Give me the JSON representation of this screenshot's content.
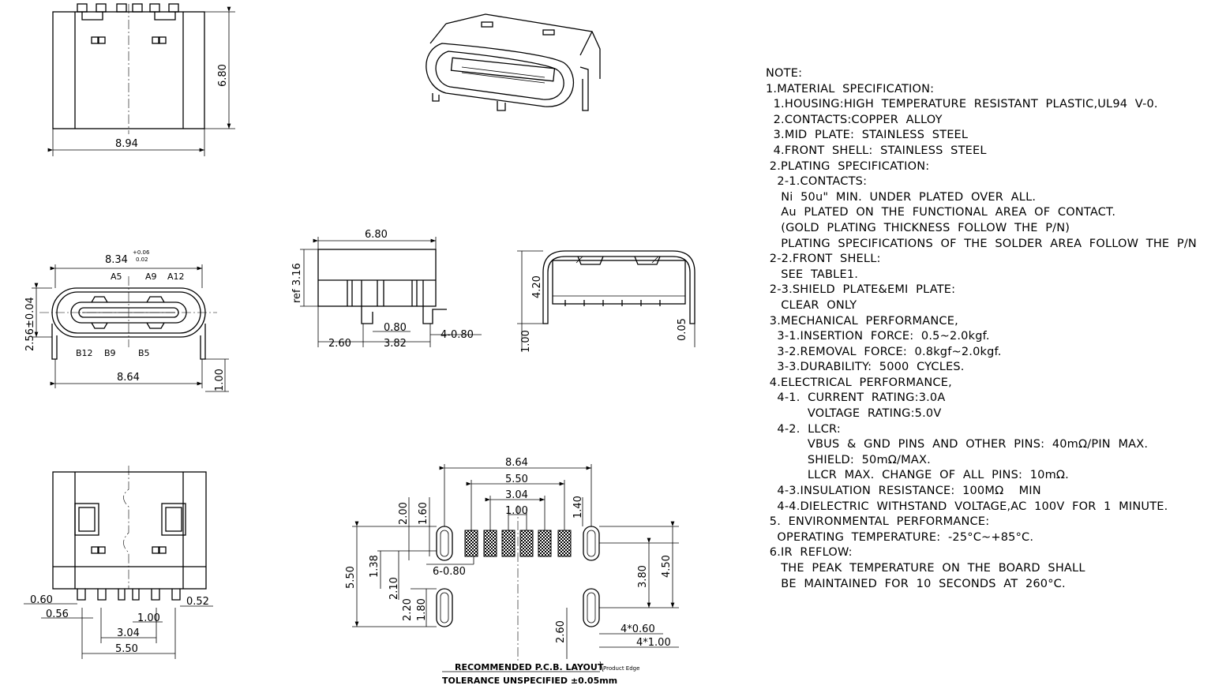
{
  "dimensions": {
    "top_width": "8.94",
    "top_height": "6.80",
    "front_width_upper": "8.34",
    "front_tol_plus": "+0.06",
    "front_tol_minus": "0.02",
    "front_height": "2.56±0.04",
    "front_width_lower": "8.64",
    "front_leg": "1.00",
    "pin_a5": "A5",
    "pin_a9": "A9",
    "pin_a12": "A12",
    "pin_b12": "B12",
    "pin_b9": "B9",
    "pin_b5": "B5",
    "side_width": "6.80",
    "side_ref": "ref 3.16",
    "side_080": "0.80",
    "side_260": "2.60",
    "side_382": "3.82",
    "side_4x080": "4-0.80",
    "end_420": "4.20",
    "end_100": "1.00",
    "end_005": "0.05",
    "bottom_060": "0.60",
    "bottom_056": "0.56",
    "bottom_052": "0.52",
    "bottom_100": "1.00",
    "bottom_304": "3.04",
    "bottom_550": "5.50",
    "pcb_864": "8.64",
    "pcb_550": "5.50",
    "pcb_304": "3.04",
    "pcb_100": "1.00",
    "pcb_200": "2.00",
    "pcb_160": "1.60",
    "pcb_140": "1.40",
    "pcb_550_v": "5.50",
    "pcb_138": "1.38",
    "pcb_210": "2.10",
    "pcb_6x080": "6-0.80",
    "pcb_380": "3.80",
    "pcb_450": "4.50",
    "pcb_220": "2.20",
    "pcb_180": "1.80",
    "pcb_260": "2.60",
    "pcb_4x060": "4*0.60",
    "pcb_4x100": "4*1.00",
    "product_edge": "Product Edge"
  },
  "captions": {
    "pcb_title": "RECOMMENDED   P.C.B. LAYOUT",
    "tolerance": "TOLERANCE  UNSPECIFIED  ±0.05mm"
  },
  "notes": [
    "NOTE:",
    "1.MATERIAL  SPECIFICATION:",
    "  1.HOUSING:HIGH  TEMPERATURE  RESISTANT  PLASTIC,UL94  V-0.",
    "  2.CONTACTS:COPPER  ALLOY",
    "  3.MID  PLATE:  STAINLESS  STEEL",
    "  4.FRONT  SHELL:  STAINLESS  STEEL",
    " 2.PLATING  SPECIFICATION:",
    "   2-1.CONTACTS:",
    "    Ni  50u\"  MIN.  UNDER  PLATED  OVER  ALL.",
    "    Au  PLATED  ON  THE  FUNCTIONAL  AREA  OF  CONTACT.",
    "    (GOLD  PLATING  THICKNESS  FOLLOW  THE  P/N)",
    "    PLATING  SPECIFICATIONS  OF  THE  SOLDER  AREA  FOLLOW  THE  P/N",
    " 2-2.FRONT  SHELL:",
    "    SEE  TABLE1.",
    " 2-3.SHIELD  PLATE&EMI  PLATE:",
    "    CLEAR  ONLY",
    " 3.MECHANICAL  PERFORMANCE,",
    "   3-1.INSERTION  FORCE:  0.5~2.0kgf.",
    "   3-2.REMOVAL  FORCE:  0.8kgf~2.0kgf.",
    "   3-3.DURABILITY:  5000  CYCLES.",
    " 4.ELECTRICAL  PERFORMANCE,",
    "   4-1.  CURRENT  RATING:3.0A",
    "           VOLTAGE  RATING:5.0V",
    "   4-2.  LLCR:",
    "           VBUS  &  GND  PINS  AND  OTHER  PINS:  40mΩ/PIN  MAX.",
    "           SHIELD:  50mΩ/MAX.",
    "           LLCR  MAX.  CHANGE  OF  ALL  PINS:  10mΩ.",
    "   4-3.INSULATION  RESISTANCE:  100MΩ    MIN",
    "   4-4.DIELECTRIC  WITHSTAND  VOLTAGE,AC  100V  FOR  1  MINUTE.",
    " 5.  ENVIRONMENTAL  PERFORMANCE:",
    "   OPERATING  TEMPERATURE:  -25°C~+85°C.",
    " 6.IR  REFLOW:",
    "    THE  PEAK  TEMPERATURE  ON  THE  BOARD  SHALL",
    "    BE  MAINTAINED  FOR  10  SECONDS  AT  260°C."
  ]
}
